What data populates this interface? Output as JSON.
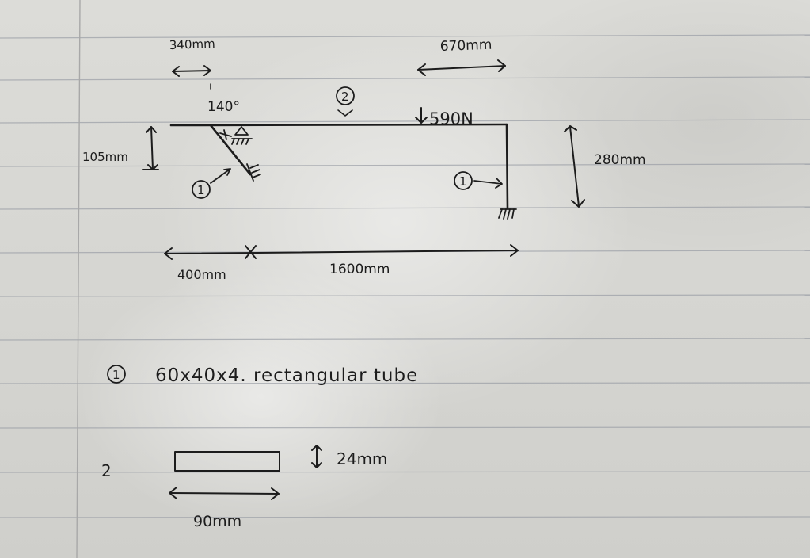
{
  "dimensions": {
    "top_left_span": "340mm",
    "top_right_span": "670mm",
    "angle": "140°",
    "left_height": "105mm",
    "right_height": "280mm",
    "bottom_left_span": "400mm",
    "bottom_right_span": "1600mm"
  },
  "loads": {
    "point_load": "590N"
  },
  "markers": {
    "member_1_left": "1",
    "member_2_top": "2",
    "member_1_right": "1"
  },
  "notes": {
    "member_1_marker": "1",
    "member_1_desc": "60x40x4. rectangular tube",
    "member_2_label": "2",
    "section_height": "24mm",
    "section_width": "90mm"
  }
}
